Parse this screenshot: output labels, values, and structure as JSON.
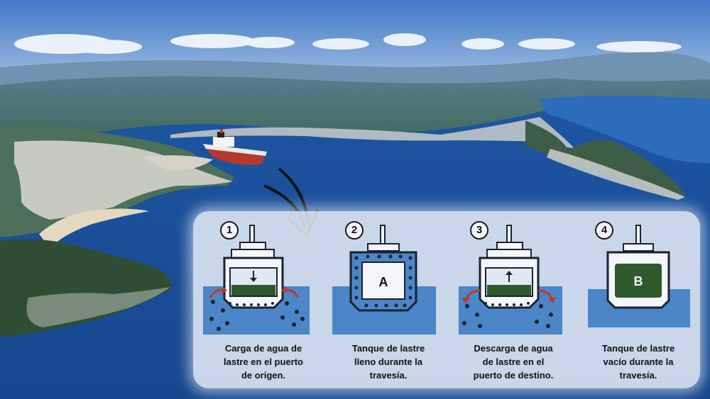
{
  "steps": [
    {
      "number": "1",
      "caption": [
        "Carga de agua de",
        "lastre en el puerto",
        "de origen."
      ]
    },
    {
      "number": "2",
      "tank_label": "A",
      "caption": [
        "Tanque de lastre",
        "lleno durante la",
        "travesía."
      ]
    },
    {
      "number": "3",
      "caption": [
        "Descarga de agua",
        "de lastre en el",
        "puerto de destino."
      ]
    },
    {
      "number": "4",
      "tank_label": "B",
      "caption": [
        "Tanque de lastre",
        "vacío durante la",
        "travesía."
      ]
    }
  ],
  "colors": {
    "sea": "#2a62b5",
    "panel": "#e2e9f5",
    "water": "#4a86c8",
    "ballast": "#2f5a2c",
    "hull_outline": "#1b2330",
    "arrow_red": "#c0392b"
  }
}
